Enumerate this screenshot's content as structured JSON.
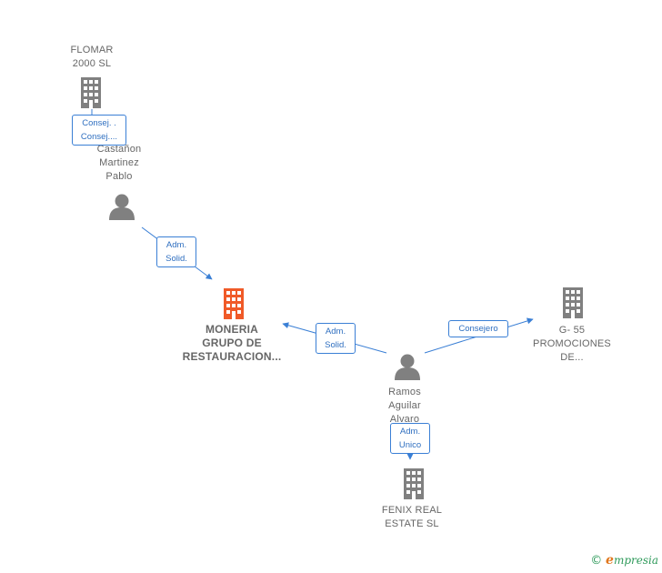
{
  "colors": {
    "edge": "#3a7fd5",
    "company_icon": "#808080",
    "main_company_icon": "#f05a28",
    "person_icon": "#808080"
  },
  "nodes": {
    "flomar": {
      "lines": [
        "FLOMAR",
        "2000 SL"
      ],
      "icon": "building-icon"
    },
    "castanon": {
      "lines": [
        "Castañon",
        "Martinez",
        "Pablo"
      ],
      "icon": "person-icon"
    },
    "moneria": {
      "lines": [
        "MONERIA",
        "GRUPO DE",
        "RESTAURACION..."
      ],
      "icon": "building-icon"
    },
    "ramos": {
      "lines": [
        "Ramos",
        "Aguilar",
        "Alvaro"
      ],
      "icon": "person-icon"
    },
    "g55": {
      "lines": [
        "G- 55",
        "PROMOCIONES",
        "DE..."
      ],
      "icon": "building-icon"
    },
    "fenix": {
      "lines": [
        "FENIX REAL",
        "ESTATE SL"
      ],
      "icon": "building-icon"
    }
  },
  "edges": {
    "flomar_castanon": [
      "Consej. .",
      "Consej...."
    ],
    "castanon_moneria": [
      "Adm.",
      "Solid."
    ],
    "ramos_moneria": [
      "Adm.",
      "Solid."
    ],
    "ramos_g55": [
      "Consejero"
    ],
    "ramos_fenix": [
      "Adm.",
      "Unico"
    ]
  },
  "brand": {
    "copyright": "©",
    "initial": "e",
    "rest": "mpresia"
  }
}
